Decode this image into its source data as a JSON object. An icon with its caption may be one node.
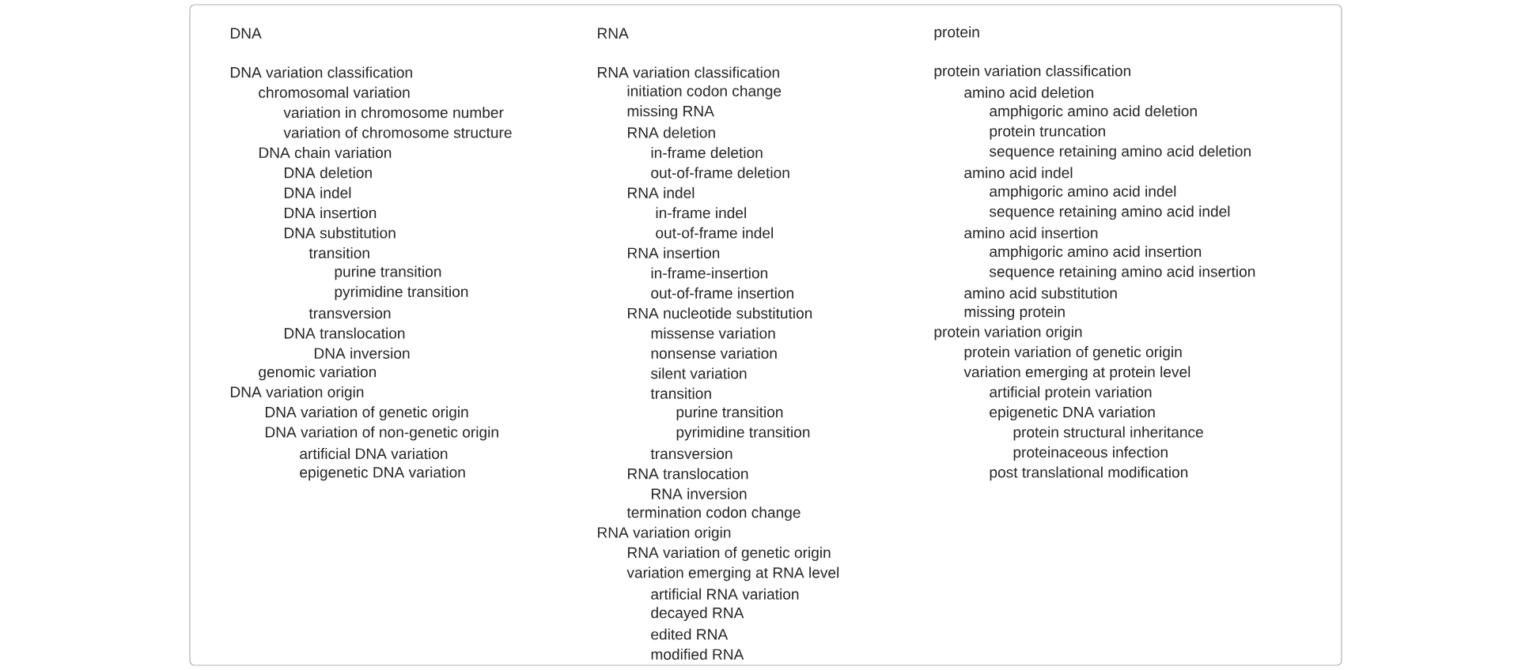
{
  "diagram": {
    "labels": [
      "DNA",
      "DNA variation classification",
      "chromosomal variation",
      "variation in chromosome number",
      "variation of chromosome structure",
      "DNA chain variation",
      "DNA deletion",
      "DNA indel",
      "DNA insertion",
      "DNA substitution",
      "transition",
      "purine transition",
      "pyrimidine transition",
      "transversion",
      "DNA translocation",
      "DNA inversion",
      "genomic variation",
      "DNA variation origin",
      "DNA variation of genetic origin",
      "DNA variation of non-genetic origin",
      "artificial DNA variation",
      "epigenetic DNA variation",
      "RNA",
      "RNA variation classification",
      "initiation codon change",
      "missing RNA",
      "RNA deletion",
      "in-frame deletion",
      "out-of-frame deletion",
      "RNA indel",
      "in-frame indel",
      "out-of-frame indel",
      "RNA insertion",
      "in-frame-insertion",
      "out-of-frame insertion",
      "RNA nucleotide substitution",
      "missense variation",
      "nonsense variation",
      "silent variation",
      "transition",
      "purine transition",
      "pyrimidine transition",
      "transversion",
      "RNA translocation",
      "RNA inversion",
      "termination codon change",
      "RNA variation origin",
      "RNA variation of genetic origin",
      "variation emerging at RNA level",
      "artificial RNA variation",
      "decayed RNA",
      "edited RNA",
      "modified RNA",
      "protein",
      "protein variation classification",
      "amino acid deletion",
      "amphigoric amino acid deletion",
      "protein truncation",
      "sequence retaining amino acid deletion",
      "amino acid indel",
      "amphigoric amino acid indel",
      "sequence retaining amino acid indel",
      "amino acid insertion",
      "amphigoric amino acid insertion",
      "sequence retaining amino acid insertion",
      "amino acid substitution",
      "missing protein",
      "protein variation origin",
      "protein variation of genetic origin",
      "variation emerging at protein level",
      "artificial protein variation",
      "epigenetic DNA variation",
      "protein structural inheritance",
      "proteinaceous infection",
      "post translational modification"
    ]
  }
}
